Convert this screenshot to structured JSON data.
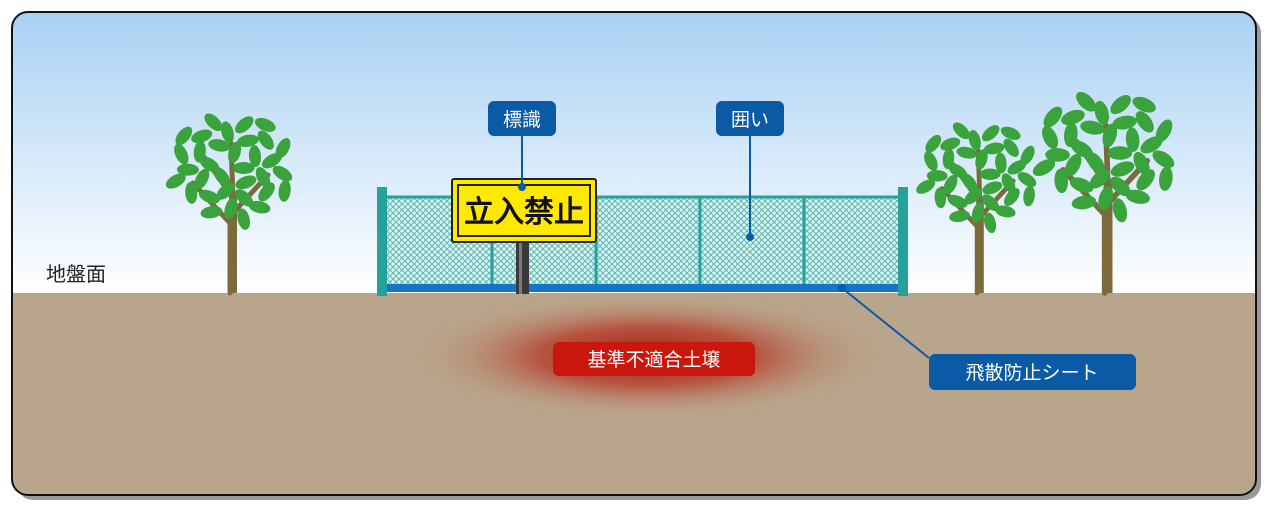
{
  "labels": {
    "ground_surface": "地盤面",
    "sign": "標識",
    "enclosure": "囲い",
    "sign_text": "立入禁止",
    "contaminated_soil": "基準不適合土壌",
    "anti_scatter_sheet": "飛散防止シート"
  },
  "colors": {
    "sky_top": "#a9d1f3",
    "sky_bottom": "#ffffff",
    "ground": "#b9a58b",
    "callout_blue": "#0a5aa6",
    "callout_red": "#c9170d",
    "fence_post": "#27a19c",
    "fence_mesh": "#59b8b5",
    "fence_base": "#1576c8",
    "sign_yellow": "#ffe900",
    "leaf": "#3aa33c",
    "trunk": "#7c6a3d"
  },
  "icons": {
    "tree": "tree-icon",
    "fence": "fence-icon",
    "sign": "warning-sign-icon",
    "contamination": "contamination-area-icon"
  }
}
